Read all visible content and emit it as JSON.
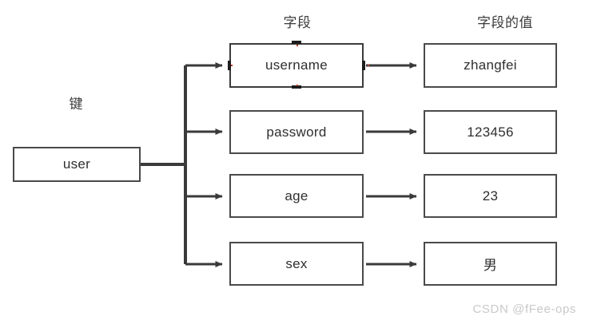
{
  "diagram": {
    "headers": {
      "key_label": "键",
      "field_label": "字段",
      "value_label": "字段的值"
    },
    "key_node": {
      "label": "user"
    },
    "rows": [
      {
        "field": "username",
        "value": "zhangfei"
      },
      {
        "field": "password",
        "value": "123456"
      },
      {
        "field": "age",
        "value": "23"
      },
      {
        "field": "sex",
        "value": "男"
      }
    ],
    "colors": {
      "box_border": "#4a4a4a",
      "connector": "#3a3a3a",
      "text": "#2f2f2f",
      "header_text": "#3b3b3b",
      "background": "#ffffff",
      "watermark": "#c9c9c9",
      "handle": "#1c1c1c",
      "handle_dot": "#c0392b"
    },
    "selected_node": "username"
  },
  "watermark": {
    "text": "CSDN @fFee-ops"
  }
}
